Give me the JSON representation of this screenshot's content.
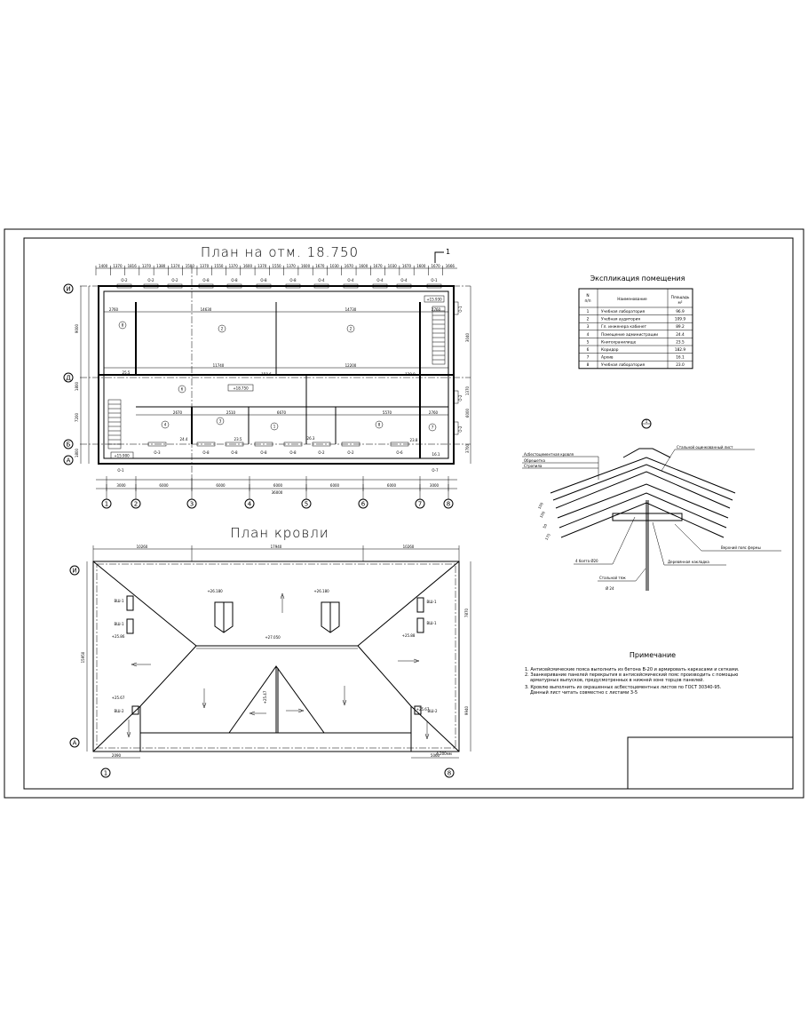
{
  "floor_plan": {
    "title": "План на отм. 18.750",
    "section_mark": "1",
    "axes_columns": [
      "1",
      "2",
      "3",
      "4",
      "5",
      "6",
      "7",
      "8"
    ],
    "axes_rows": [
      "И",
      "Д",
      "Б",
      "А"
    ],
    "top_dims": [
      "1400",
      "1370",
      "1816",
      "1370",
      "1380",
      "1374",
      "1500",
      "1370",
      "1550",
      "1370",
      "1600",
      "1370",
      "1550",
      "1370",
      "1600",
      "1670",
      "1030",
      "1670",
      "1600",
      "1670",
      "1030",
      "1670",
      "1600",
      "1670",
      "1666"
    ],
    "bottom_dims": [
      "3000",
      "6000",
      "6000",
      "6000",
      "6000",
      "6000",
      "3000"
    ],
    "total_dim": "36000",
    "left_dims": [
      "9000",
      "1800",
      "7200",
      "1800"
    ],
    "right_dims": [
      "3040",
      "1370",
      "6000",
      "3700"
    ],
    "windows_top": [
      "О-2",
      "О-2",
      "О-2",
      "О-8",
      "О-8",
      "О-8",
      "О-8",
      "О-4",
      "О-4",
      "О-4",
      "О-4",
      "О-1"
    ],
    "windows_bottom": [
      "О-3",
      "О-8",
      "О-8",
      "О-8",
      "О-8",
      "О-2",
      "О-2",
      "О-6"
    ],
    "window_left_bottom": "О-1",
    "window_right_bottom": "О-7",
    "windows_right": [
      "О-1",
      "О-2",
      "О-2"
    ],
    "rooms_top": [
      "8",
      "2",
      "2"
    ],
    "corridor_room": "6",
    "rooms_bottom": [
      "4",
      "3",
      "1",
      "8",
      "7"
    ],
    "elevation_main": "+18.750",
    "elevation_stair_left": "+15.900",
    "elevation_stair_right": "+15.930",
    "areas": [
      "24.4",
      "23.5",
      "26.3",
      "23.8",
      "16.1",
      "158.6",
      "129.9",
      "25.5"
    ],
    "inner_dims_top": [
      "2760",
      "14630",
      "14730",
      "2760"
    ],
    "inner_dims_mid": [
      "11740",
      "12200"
    ],
    "inner_dims_low": [
      "2670",
      "2510",
      "6670",
      "5570",
      "2760"
    ]
  },
  "roof_plan": {
    "title": "План кровли",
    "dims_top": [
      "10260",
      "17940",
      "10260"
    ],
    "dims_bottom": [
      "2090",
      "5060"
    ],
    "dim_left": "15950",
    "dims_right": [
      "7870",
      "9940"
    ],
    "elevations": [
      "+26.180",
      "+26.180",
      "+27.050",
      "+25.86",
      "+25.88",
      "+25.67",
      "+25.67",
      "+25.47"
    ],
    "shafts": [
      "ВШ-1",
      "ВШ-1",
      "ВШ-1",
      "ВШ-1",
      "ВШ-2",
      "ВШ-2"
    ],
    "corner_elev": "4.200мм",
    "axes": [
      "И",
      "А",
      "1",
      "8"
    ]
  },
  "explication": {
    "title": "Экспликация помещения",
    "headers": [
      "N п/п",
      "Наименование",
      "Площадь м²"
    ],
    "rows": [
      {
        "n": "1",
        "name": "Учебная лаборатория",
        "area": "96.9"
      },
      {
        "n": "2",
        "name": "Учебная аудитория",
        "area": "109.9"
      },
      {
        "n": "3",
        "name": "Гл. инженера кабинет",
        "area": "89.2"
      },
      {
        "n": "4",
        "name": "Помещение администрации",
        "area": "24.4"
      },
      {
        "n": "5",
        "name": "Книгохранилище",
        "area": "23.5"
      },
      {
        "n": "6",
        "name": "Коридор",
        "area": "182.9"
      },
      {
        "n": "7",
        "name": "Архив",
        "area": "16.1"
      },
      {
        "n": "8",
        "name": "Учебная лаборатория",
        "area": "23.0"
      }
    ]
  },
  "detail": {
    "marker": "1",
    "labels": {
      "roof": "Асбестоцементная кровля",
      "lathing": "Обрешетка",
      "rafters": "Стропила",
      "steel_sheet": "Стальной оцинкованный лист",
      "top_chord": "Верхний пояс фермы",
      "wood_plate": "Деревянная накладка",
      "bolts": "4 болта Ø20",
      "tie": "Стальной тяж",
      "tie_dia": "Ø 24"
    },
    "dims": [
      "100",
      "100",
      "50",
      "175"
    ]
  },
  "notes": {
    "title": "Примечание",
    "lines": [
      "1. Антисейсмические пояса выполнить из бетона В-20 и армировать каркасами и сетками.",
      "2. Заанкеривание панелей перекрытия в антисейсмический пояс производить с помощью",
      "арматурных выпусков, предусмотренных в нижней зоне торцов панелей.",
      "3. Кровлю выполнить из окрашенных асбестоцементных листов по ГОСТ 30340-95.",
      "Данный лист читать совместно с листами 3-5"
    ]
  }
}
